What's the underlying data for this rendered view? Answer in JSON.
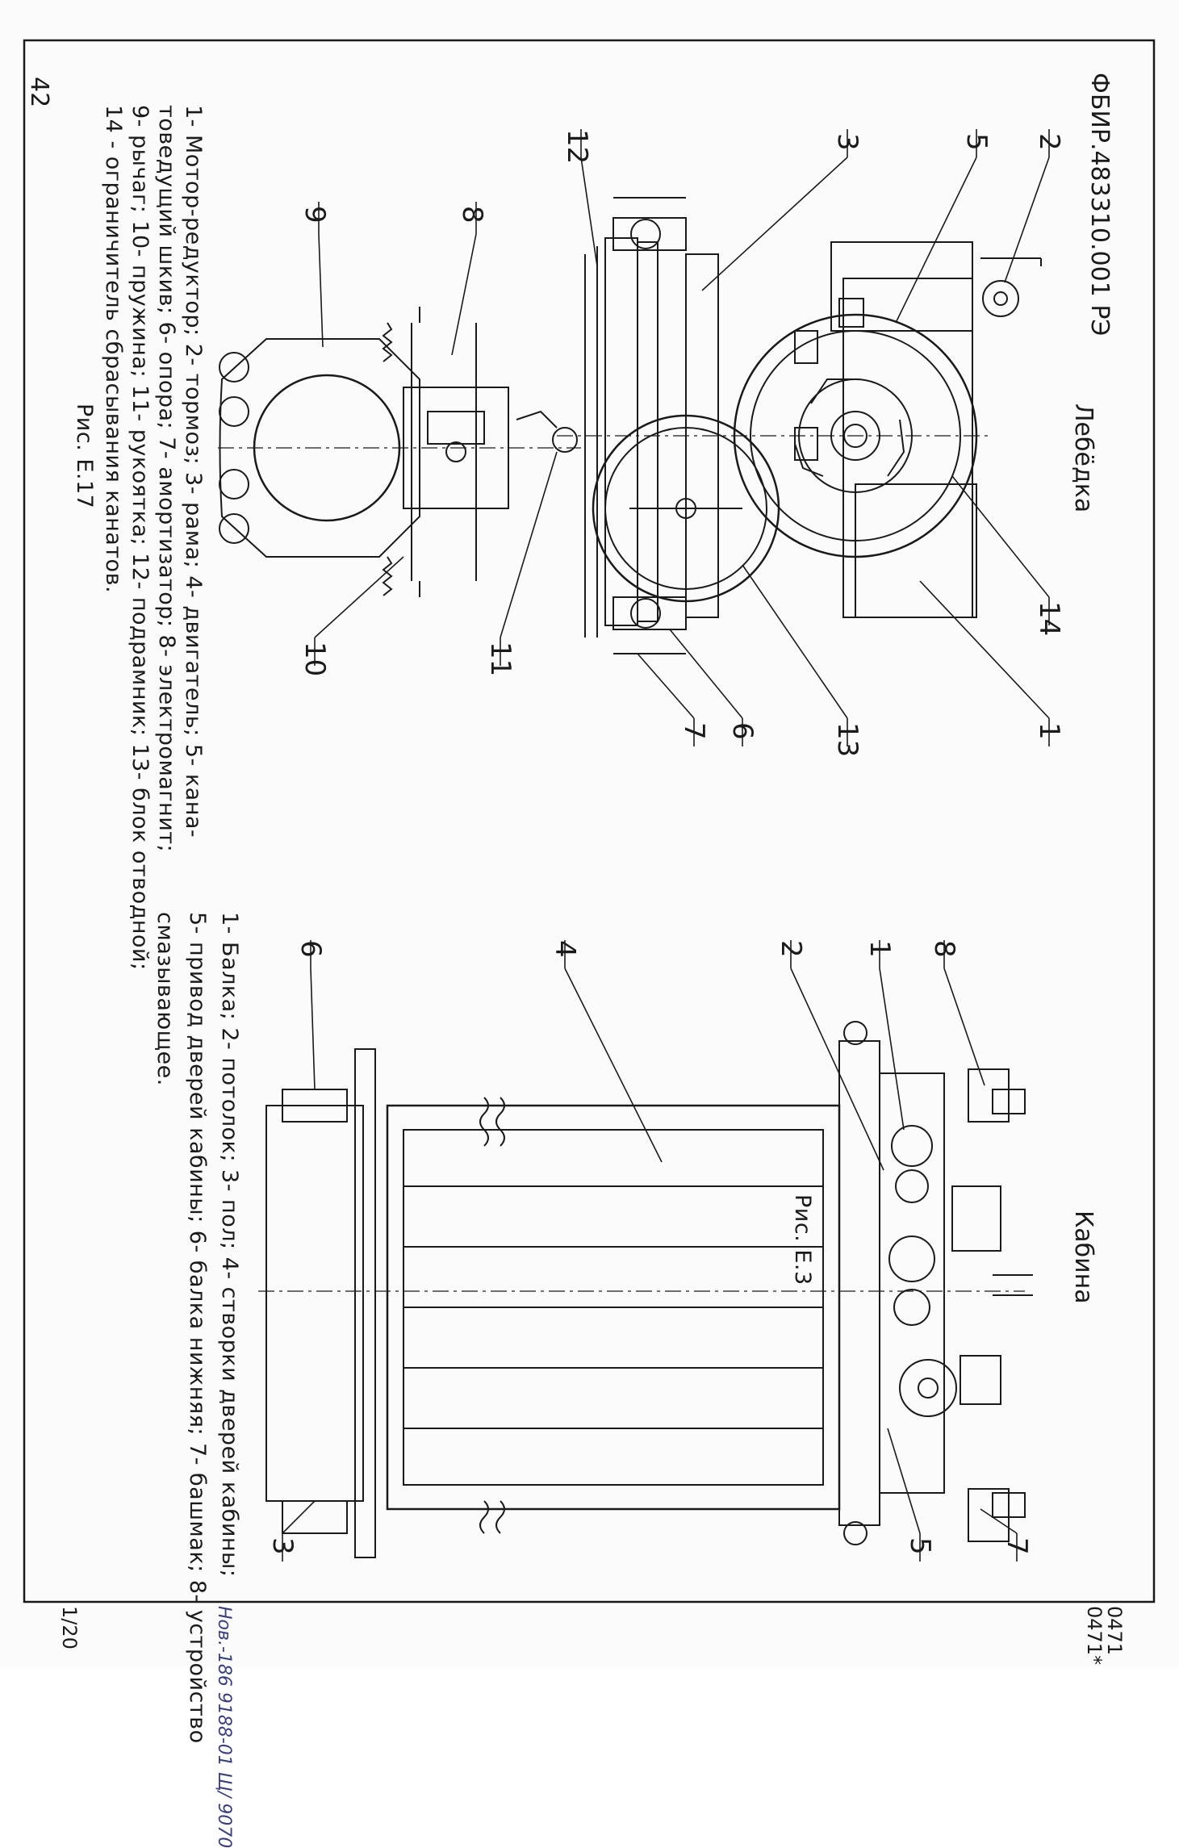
{
  "doc_code": "ФБИР.483310.001 РЭ",
  "page_number": "42",
  "sheet_marks": [
    "0471",
    "0471*"
  ],
  "handwritten_note": "Нов.-186 9188-01  Щ/ 9070",
  "corner_mark": "1/20",
  "fig17": {
    "title": "Лебёдка",
    "caption": "Рис. Е.17",
    "legend": [
      "1- Мотор-редуктор; 2- тормоз; 3- рама; 4- двигатель; 5- кана-",
      "товедущий шкив; 6- опора; 7- амортизатор; 8- электромагнит;",
      "9- рычаг; 10- пружина; 11- рукоятка; 12- подрамник; 13- блок отводной;",
      "14 - ограничитель сбрасывания канатов."
    ],
    "callouts": [
      "2",
      "5",
      "3",
      "12",
      "8",
      "9",
      "14",
      "1",
      "13",
      "6",
      "7",
      "11",
      "10"
    ]
  },
  "figE3": {
    "title": "Кабина",
    "caption": "Рис. Е.3",
    "legend": [
      "1- Балка; 2- потолок; 3- пол; 4- створки дверей кабины;",
      "5- привод дверей кабины; 6- балка нижняя; 7- башмак; 8- устройство",
      "смазывающее."
    ],
    "callouts": [
      "8",
      "1",
      "2",
      "4",
      "6",
      "7",
      "5",
      "3"
    ]
  }
}
